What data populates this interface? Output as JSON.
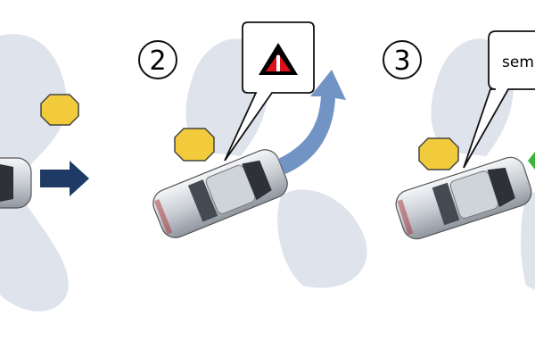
{
  "steps": [
    {
      "number": "",
      "icon": "arrow-right"
    },
    {
      "number": "2",
      "callout_icon": "warning-triangle-icon"
    },
    {
      "number": "3",
      "callout_text": "sem"
    }
  ],
  "colors": {
    "zone": "#dfe3ec",
    "octagon": "#f1cb3c",
    "dark_arrow": "#1d3b64",
    "blue_arrow": "#7294c4",
    "green": "#3cb43c",
    "warning_red": "#e0101a"
  }
}
